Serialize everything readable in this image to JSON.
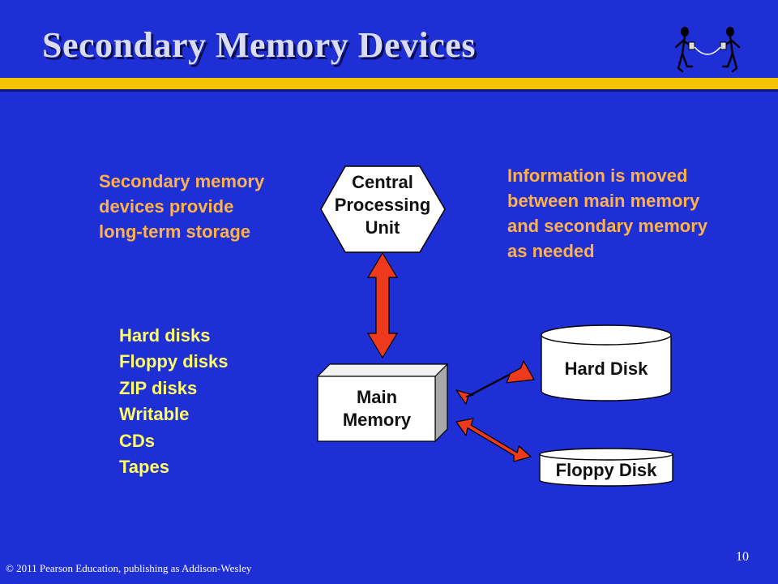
{
  "slide": {
    "title": "Secondary Memory Devices",
    "footer": "© 2011 Pearson Education, publishing as Addison-Wesley",
    "page_number": "10"
  },
  "notes": {
    "left": [
      "Secondary memory",
      "devices provide",
      "long-term storage"
    ],
    "right": [
      "Information is moved",
      "between main memory",
      "and secondary memory",
      "as needed"
    ]
  },
  "device_list": [
    "Hard disks",
    "Floppy disks",
    "ZIP disks",
    "Writable",
    "CDs",
    "Tapes"
  ],
  "diagram": {
    "cpu": [
      "Central",
      "Processing",
      "Unit"
    ],
    "main_memory": [
      "Main",
      "Memory"
    ],
    "hard_disk": "Hard Disk",
    "floppy_disk": "Floppy Disk"
  },
  "colors": {
    "background": "#1f2fd6",
    "accent_bar": "#f5c400",
    "arrow": "#ee3a1c",
    "note_text": "#ffb24a",
    "list_text": "#ffff66"
  },
  "icons": [
    "two-people-phone-logo-icon"
  ]
}
